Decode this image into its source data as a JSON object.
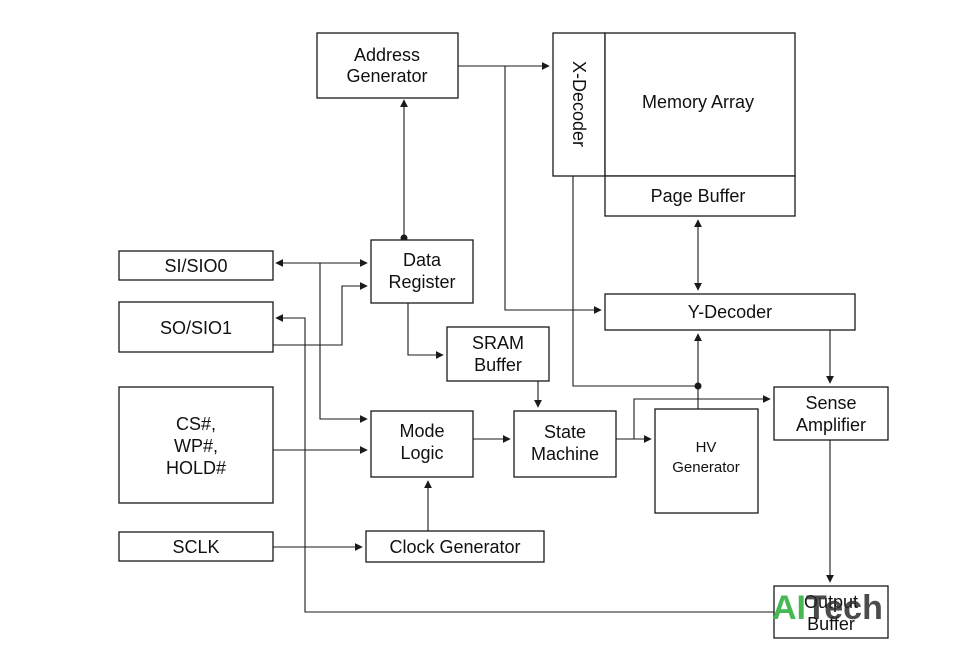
{
  "blocks": {
    "address_generator": [
      "Address",
      "Generator"
    ],
    "x_decoder": "X-Decoder",
    "memory_array": "Memory Array",
    "page_buffer": "Page Buffer",
    "si_sio0": "SI/SIO0",
    "so_sio1": "SO/SIO1",
    "control_pins": [
      "CS#,",
      "WP#,",
      "HOLD#"
    ],
    "sclk": "SCLK",
    "data_register": [
      "Data",
      "Register"
    ],
    "sram_buffer": [
      "SRAM",
      "Buffer"
    ],
    "mode_logic": [
      "Mode",
      "Logic"
    ],
    "state_machine": [
      "State",
      "Machine"
    ],
    "clock_generator": "Clock Generator",
    "y_decoder": "Y-Decoder",
    "hv_generator": [
      "HV",
      "Generator"
    ],
    "sense_amplifier": [
      "Sense",
      "Amplifier"
    ],
    "output_buffer": [
      "Output",
      "Buffer"
    ]
  },
  "watermark": {
    "part1": "AI",
    "part2": "Tech",
    "color1": "#3cb44b",
    "color2": "#2b2b2b"
  }
}
